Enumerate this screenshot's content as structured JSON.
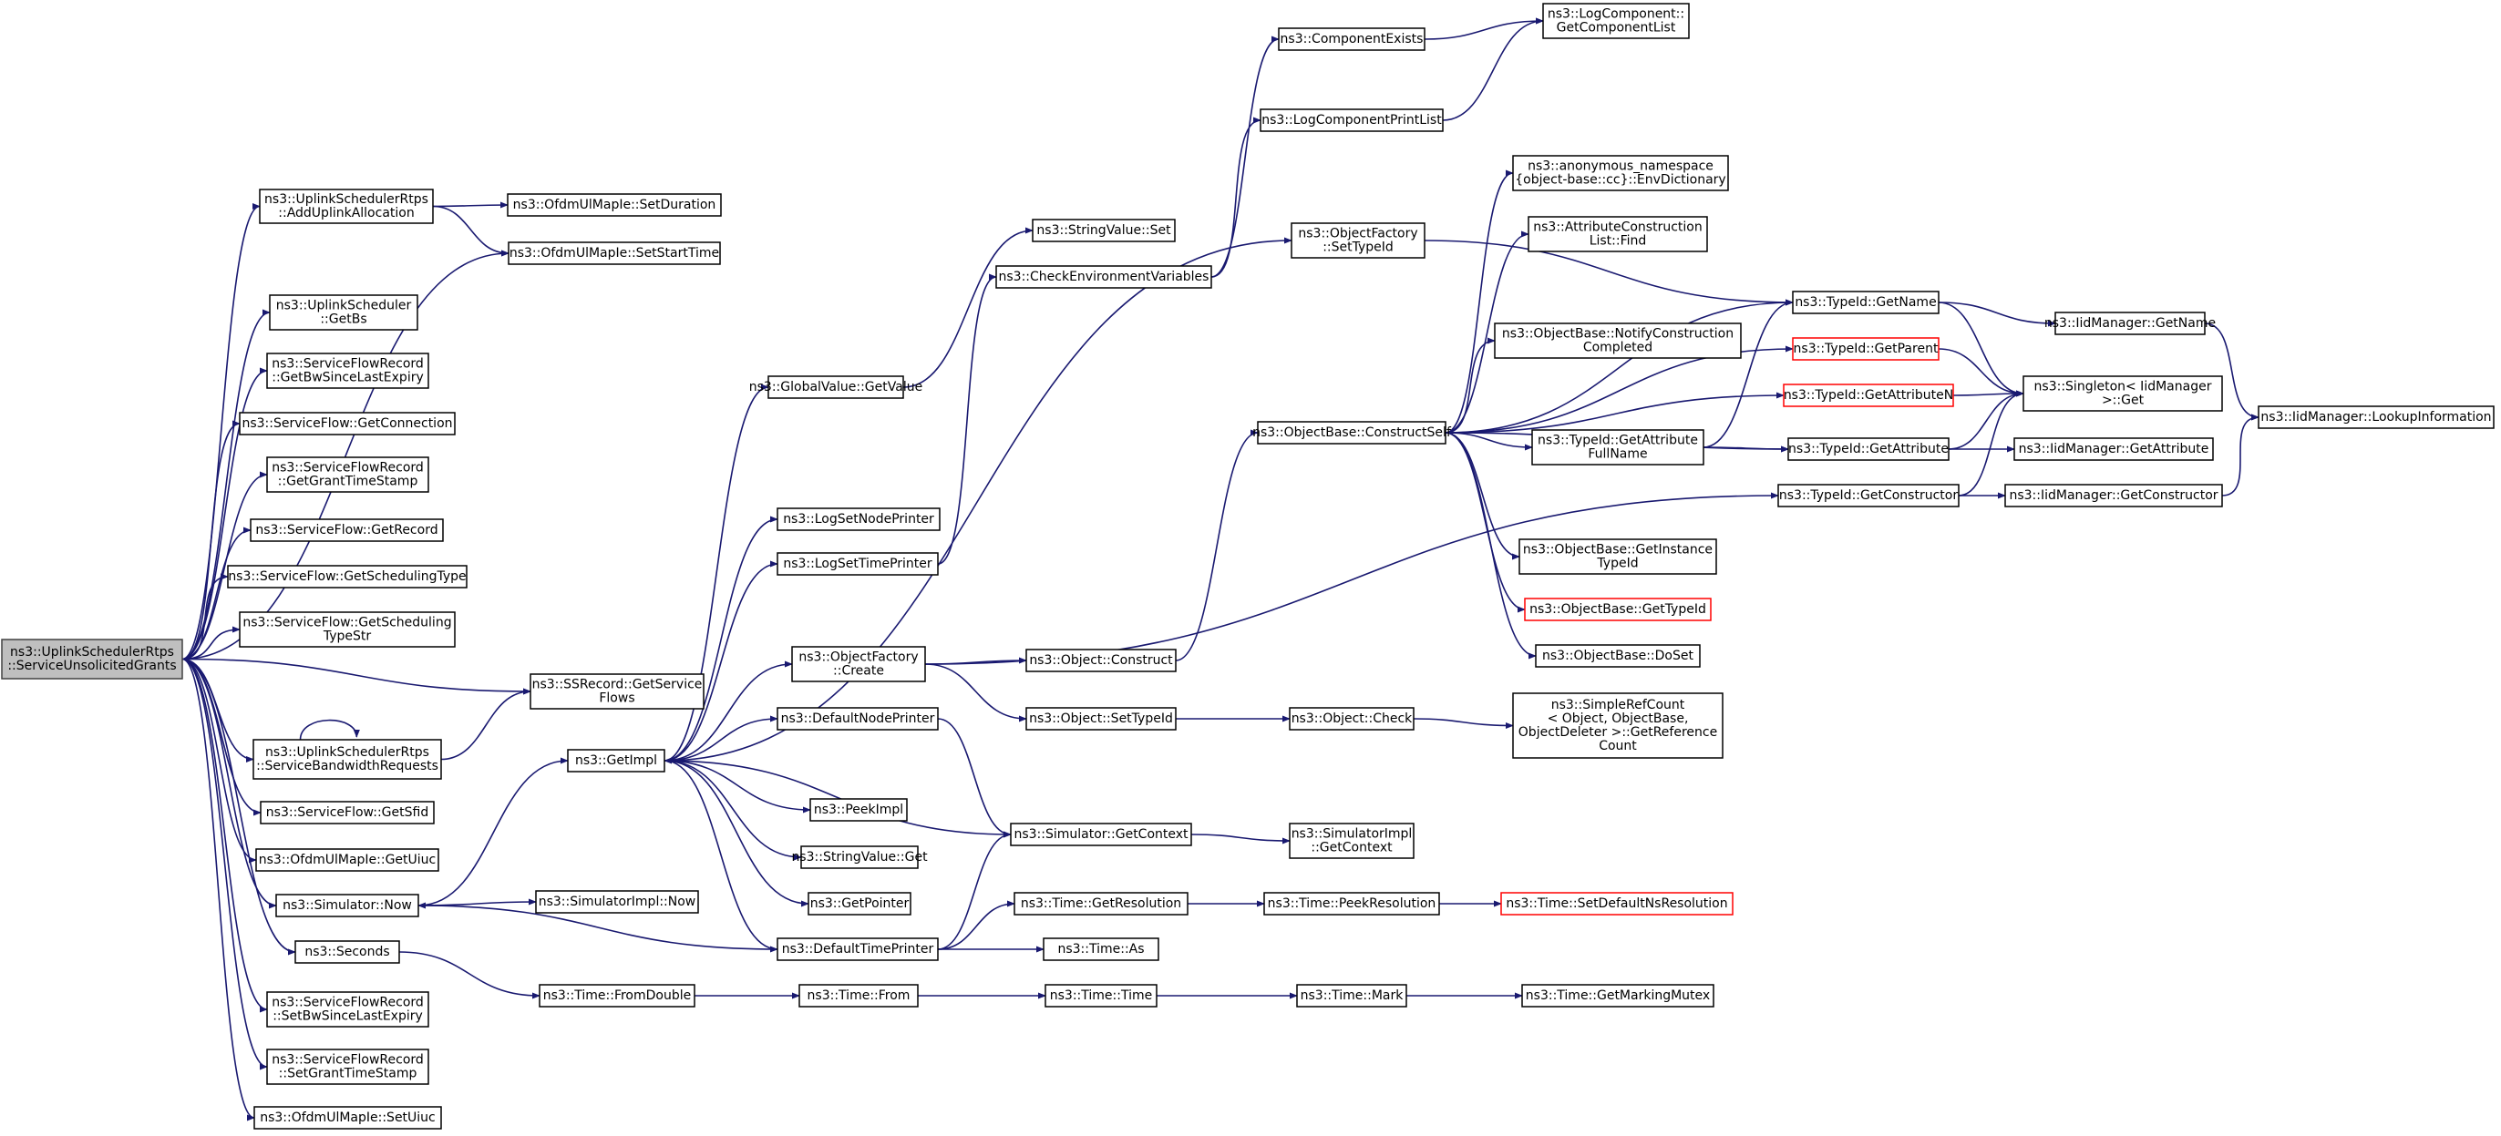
{
  "graph": {
    "root": "n0",
    "colors": {
      "edge": "#191970",
      "node_border": "#000000",
      "node_fill": "#ffffff",
      "root_fill": "#bfbfbf",
      "truncated_border": "#ff0000"
    },
    "nodes": [
      {
        "id": "n0",
        "lines": [
          "ns3::UplinkSchedulerRtps",
          "::ServiceUnsolicitedGrants"
        ],
        "root": true
      },
      {
        "id": "n1",
        "lines": [
          "ns3::UplinkSchedulerRtps",
          "::AddUplinkAllocation"
        ]
      },
      {
        "id": "n2",
        "lines": [
          "ns3::UplinkScheduler",
          "::GetBs"
        ]
      },
      {
        "id": "n3",
        "lines": [
          "ns3::ServiceFlowRecord",
          "::GetBwSinceLastExpiry"
        ]
      },
      {
        "id": "n4",
        "lines": [
          "ns3::ServiceFlow::GetConnection"
        ]
      },
      {
        "id": "n5",
        "lines": [
          "ns3::ServiceFlowRecord",
          "::GetGrantTimeStamp"
        ]
      },
      {
        "id": "n6",
        "lines": [
          "ns3::ServiceFlow::GetRecord"
        ]
      },
      {
        "id": "n7",
        "lines": [
          "ns3::ServiceFlow::GetSchedulingType"
        ]
      },
      {
        "id": "n8",
        "lines": [
          "ns3::ServiceFlow::GetScheduling",
          "TypeStr"
        ]
      },
      {
        "id": "n9",
        "lines": [
          "ns3::UplinkSchedulerRtps",
          "::ServiceBandwidthRequests"
        ]
      },
      {
        "id": "n10",
        "lines": [
          "ns3::ServiceFlow::GetSfid"
        ]
      },
      {
        "id": "n11",
        "lines": [
          "ns3::OfdmUlMapIe::GetUiuc"
        ]
      },
      {
        "id": "n12",
        "lines": [
          "ns3::Simulator::Now"
        ]
      },
      {
        "id": "n13",
        "lines": [
          "ns3::Seconds"
        ]
      },
      {
        "id": "n14",
        "lines": [
          "ns3::ServiceFlowRecord",
          "::SetBwSinceLastExpiry"
        ]
      },
      {
        "id": "n15",
        "lines": [
          "ns3::ServiceFlowRecord",
          "::SetGrantTimeStamp"
        ]
      },
      {
        "id": "n16",
        "lines": [
          "ns3::OfdmUlMapIe::SetUiuc"
        ]
      },
      {
        "id": "n17",
        "lines": [
          "ns3::OfdmUlMapIe::SetDuration"
        ]
      },
      {
        "id": "n18",
        "lines": [
          "ns3::OfdmUlMapIe::SetStartTime"
        ]
      },
      {
        "id": "n19",
        "lines": [
          "ns3::SSRecord::GetService",
          "Flows"
        ]
      },
      {
        "id": "n20",
        "lines": [
          "ns3::SimulatorImpl::Now"
        ]
      },
      {
        "id": "n21",
        "lines": [
          "ns3::Time::FromDouble"
        ]
      },
      {
        "id": "n22",
        "lines": [
          "ns3::GetImpl"
        ]
      },
      {
        "id": "n23",
        "lines": [
          "ns3::GlobalValue::GetValue"
        ]
      },
      {
        "id": "n24",
        "lines": [
          "ns3::LogSetNodePrinter"
        ]
      },
      {
        "id": "n25",
        "lines": [
          "ns3::LogSetTimePrinter"
        ]
      },
      {
        "id": "n26",
        "lines": [
          "ns3::ObjectFactory",
          "::Create"
        ]
      },
      {
        "id": "n27",
        "lines": [
          "ns3::DefaultNodePrinter"
        ]
      },
      {
        "id": "n28",
        "lines": [
          "ns3::PeekImpl"
        ]
      },
      {
        "id": "n29",
        "lines": [
          "ns3::StringValue::Get"
        ]
      },
      {
        "id": "n30",
        "lines": [
          "ns3::GetPointer"
        ]
      },
      {
        "id": "n31",
        "lines": [
          "ns3::DefaultTimePrinter"
        ]
      },
      {
        "id": "n32",
        "lines": [
          "ns3::Time::From"
        ]
      },
      {
        "id": "n33",
        "lines": [
          "ns3::StringValue::Set"
        ]
      },
      {
        "id": "n34",
        "lines": [
          "ns3::CheckEnvironmentVariables"
        ]
      },
      {
        "id": "n35",
        "lines": [
          "ns3::Object::Construct"
        ]
      },
      {
        "id": "n36",
        "lines": [
          "ns3::Object::SetTypeId"
        ]
      },
      {
        "id": "n37",
        "lines": [
          "ns3::Simulator::GetContext"
        ]
      },
      {
        "id": "n38",
        "lines": [
          "ns3::Time::GetResolution"
        ]
      },
      {
        "id": "n39",
        "lines": [
          "ns3::Time::As"
        ]
      },
      {
        "id": "n40",
        "lines": [
          "ns3::Time::Time"
        ]
      },
      {
        "id": "n41",
        "lines": [
          "ns3::ComponentExists"
        ]
      },
      {
        "id": "n42",
        "lines": [
          "ns3::LogComponentPrintList"
        ]
      },
      {
        "id": "n43",
        "lines": [
          "ns3::ObjectFactory",
          "::SetTypeId"
        ]
      },
      {
        "id": "n44",
        "lines": [
          "ns3::ObjectBase::ConstructSelf"
        ]
      },
      {
        "id": "n45",
        "lines": [
          "ns3::Object::Check"
        ]
      },
      {
        "id": "n46",
        "lines": [
          "ns3::SimulatorImpl",
          "::GetContext"
        ]
      },
      {
        "id": "n47",
        "lines": [
          "ns3::Time::PeekResolution"
        ]
      },
      {
        "id": "n48",
        "lines": [
          "ns3::Time::Mark"
        ]
      },
      {
        "id": "n49",
        "lines": [
          "ns3::LogComponent::",
          "GetComponentList"
        ]
      },
      {
        "id": "n50",
        "lines": [
          "ns3::anonymous_namespace",
          "{object-base::cc}::EnvDictionary"
        ]
      },
      {
        "id": "n51",
        "lines": [
          "ns3::AttributeConstruction",
          "List::Find"
        ]
      },
      {
        "id": "n52",
        "lines": [
          "ns3::ObjectBase::NotifyConstruction",
          "Completed"
        ]
      },
      {
        "id": "n53",
        "lines": [
          "ns3::TypeId::GetAttribute",
          "FullName"
        ]
      },
      {
        "id": "n54",
        "lines": [
          "ns3::ObjectBase::GetInstance",
          "TypeId"
        ]
      },
      {
        "id": "n55",
        "lines": [
          "ns3::ObjectBase::GetTypeId"
        ],
        "red": true
      },
      {
        "id": "n56",
        "lines": [
          "ns3::ObjectBase::DoSet"
        ]
      },
      {
        "id": "n57",
        "lines": [
          "ns3::SimpleRefCount",
          "< Object, ObjectBase,",
          "ObjectDeleter >::GetReference",
          "Count"
        ]
      },
      {
        "id": "n58",
        "lines": [
          "ns3::Time::SetDefaultNsResolution"
        ],
        "red": true
      },
      {
        "id": "n59",
        "lines": [
          "ns3::Time::GetMarkingMutex"
        ]
      },
      {
        "id": "n60",
        "lines": [
          "ns3::TypeId::GetName"
        ]
      },
      {
        "id": "n61",
        "lines": [
          "ns3::TypeId::GetParent"
        ],
        "red": true
      },
      {
        "id": "n62",
        "lines": [
          "ns3::TypeId::GetAttributeN"
        ],
        "red": true
      },
      {
        "id": "n63",
        "lines": [
          "ns3::TypeId::GetAttribute"
        ]
      },
      {
        "id": "n64",
        "lines": [
          "ns3::TypeId::GetConstructor"
        ]
      },
      {
        "id": "n65",
        "lines": [
          "ns3::IidManager::GetName"
        ]
      },
      {
        "id": "n66",
        "lines": [
          "ns3::Singleton< IidManager",
          ">::Get"
        ]
      },
      {
        "id": "n67",
        "lines": [
          "ns3::IidManager::GetAttribute"
        ]
      },
      {
        "id": "n68",
        "lines": [
          "ns3::IidManager::GetConstructor"
        ]
      },
      {
        "id": "n69",
        "lines": [
          "ns3::IidManager::LookupInformation"
        ]
      }
    ],
    "edges": [
      [
        "n0",
        "n1"
      ],
      [
        "n0",
        "n2"
      ],
      [
        "n0",
        "n3"
      ],
      [
        "n0",
        "n4"
      ],
      [
        "n0",
        "n5"
      ],
      [
        "n0",
        "n6"
      ],
      [
        "n0",
        "n7"
      ],
      [
        "n0",
        "n8"
      ],
      [
        "n0",
        "n9"
      ],
      [
        "n0",
        "n10"
      ],
      [
        "n0",
        "n11"
      ],
      [
        "n0",
        "n12"
      ],
      [
        "n0",
        "n13"
      ],
      [
        "n0",
        "n14"
      ],
      [
        "n0",
        "n15"
      ],
      [
        "n0",
        "n16"
      ],
      [
        "n0",
        "n18"
      ],
      [
        "n0",
        "n19"
      ],
      [
        "n1",
        "n17"
      ],
      [
        "n1",
        "n18"
      ],
      [
        "n9",
        "n9"
      ],
      [
        "n9",
        "n19"
      ],
      [
        "n12",
        "n20"
      ],
      [
        "n12",
        "n22"
      ],
      [
        "n13",
        "n21"
      ],
      [
        "n21",
        "n32"
      ],
      [
        "n32",
        "n40"
      ],
      [
        "n40",
        "n48"
      ],
      [
        "n48",
        "n59"
      ],
      [
        "n22",
        "n23"
      ],
      [
        "n22",
        "n24"
      ],
      [
        "n22",
        "n25"
      ],
      [
        "n22",
        "n26"
      ],
      [
        "n22",
        "n27"
      ],
      [
        "n22",
        "n28"
      ],
      [
        "n22",
        "n29"
      ],
      [
        "n22",
        "n30"
      ],
      [
        "n22",
        "n31"
      ],
      [
        "n22",
        "n43"
      ],
      [
        "n23",
        "n33"
      ],
      [
        "n25",
        "n34"
      ],
      [
        "n34",
        "n41"
      ],
      [
        "n34",
        "n42"
      ],
      [
        "n41",
        "n49"
      ],
      [
        "n42",
        "n49"
      ],
      [
        "n26",
        "n35"
      ],
      [
        "n26",
        "n36"
      ],
      [
        "n26",
        "n64"
      ],
      [
        "n27",
        "n37"
      ],
      [
        "n31",
        "n37"
      ],
      [
        "n37",
        "n22"
      ],
      [
        "n37",
        "n46"
      ],
      [
        "n31",
        "n12"
      ],
      [
        "n31",
        "n38"
      ],
      [
        "n31",
        "n39"
      ],
      [
        "n38",
        "n47"
      ],
      [
        "n47",
        "n58"
      ],
      [
        "n35",
        "n44"
      ],
      [
        "n36",
        "n45"
      ],
      [
        "n45",
        "n57"
      ],
      [
        "n43",
        "n60"
      ],
      [
        "n44",
        "n50"
      ],
      [
        "n44",
        "n51"
      ],
      [
        "n44",
        "n52"
      ],
      [
        "n44",
        "n53"
      ],
      [
        "n44",
        "n54"
      ],
      [
        "n44",
        "n55"
      ],
      [
        "n44",
        "n56"
      ],
      [
        "n44",
        "n60"
      ],
      [
        "n44",
        "n61"
      ],
      [
        "n44",
        "n62"
      ],
      [
        "n44",
        "n63"
      ],
      [
        "n53",
        "n60"
      ],
      [
        "n53",
        "n63"
      ],
      [
        "n60",
        "n65"
      ],
      [
        "n60",
        "n66"
      ],
      [
        "n61",
        "n66"
      ],
      [
        "n62",
        "n66"
      ],
      [
        "n63",
        "n66"
      ],
      [
        "n63",
        "n67"
      ],
      [
        "n64",
        "n66"
      ],
      [
        "n64",
        "n68"
      ],
      [
        "n65",
        "n69"
      ],
      [
        "n68",
        "n69"
      ]
    ]
  }
}
